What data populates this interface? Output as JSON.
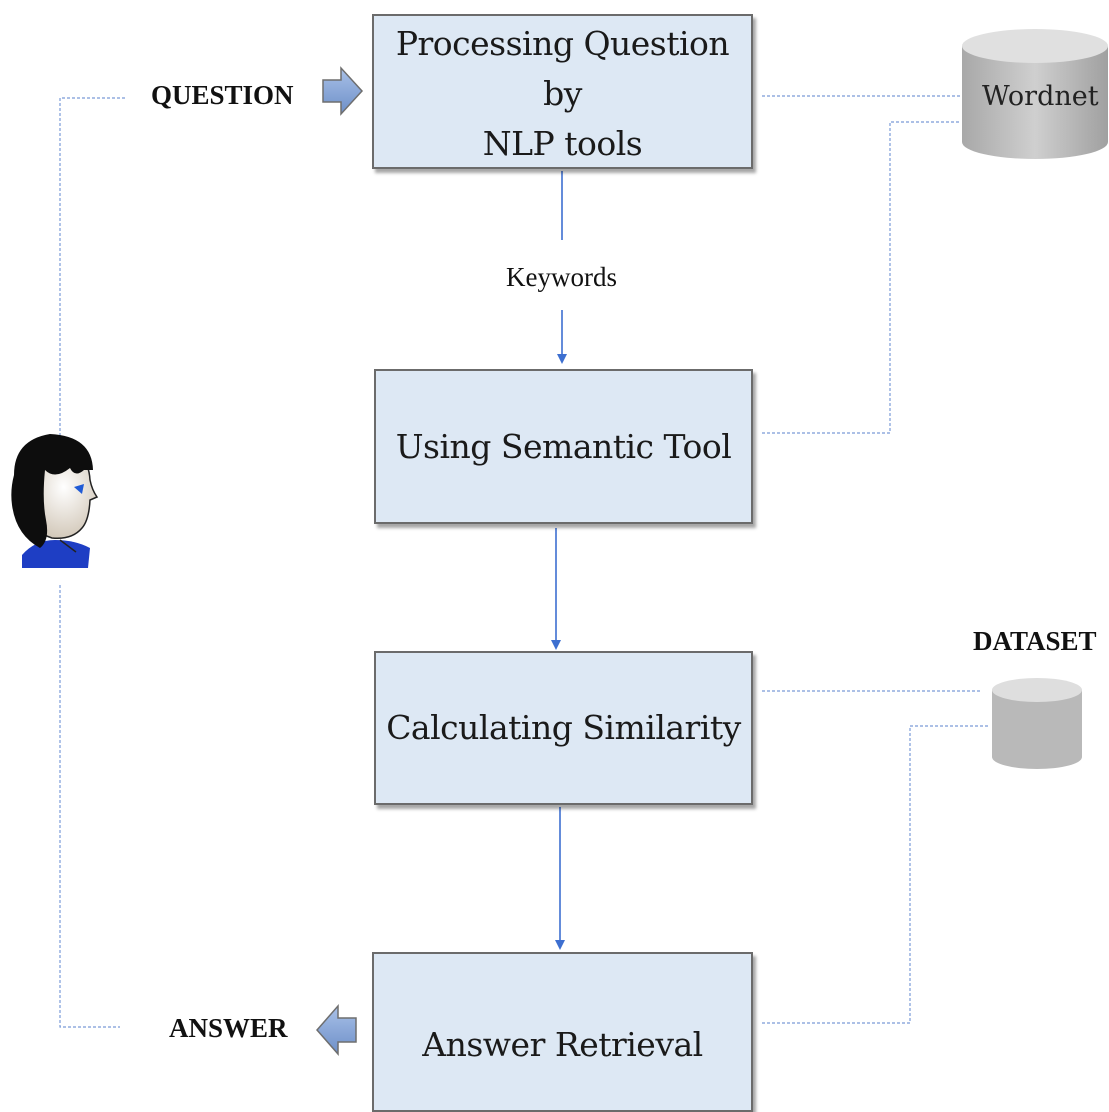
{
  "diagram": {
    "steps": [
      {
        "line1": "Processing Question by",
        "line2": "NLP tools"
      },
      {
        "text": "Using Semantic Tool"
      },
      {
        "text": "Calculating Similarity"
      },
      {
        "text": "Answer Retrieval"
      }
    ],
    "edge_label": "Keywords",
    "io": {
      "question": "QUESTION",
      "answer": "ANSWER"
    },
    "resources": {
      "wordnet": "Wordnet",
      "dataset": "DATASET"
    },
    "icons": [
      "user-head-icon",
      "right-arrow-icon",
      "left-arrow-icon",
      "database-icon"
    ],
    "colors": {
      "box_fill": "#dde8f4",
      "box_border": "#6b6b6b",
      "flow_arrow": "#3d6fd0",
      "connector": "#7a9bd8",
      "db_gray": "#bdbdbd"
    }
  }
}
